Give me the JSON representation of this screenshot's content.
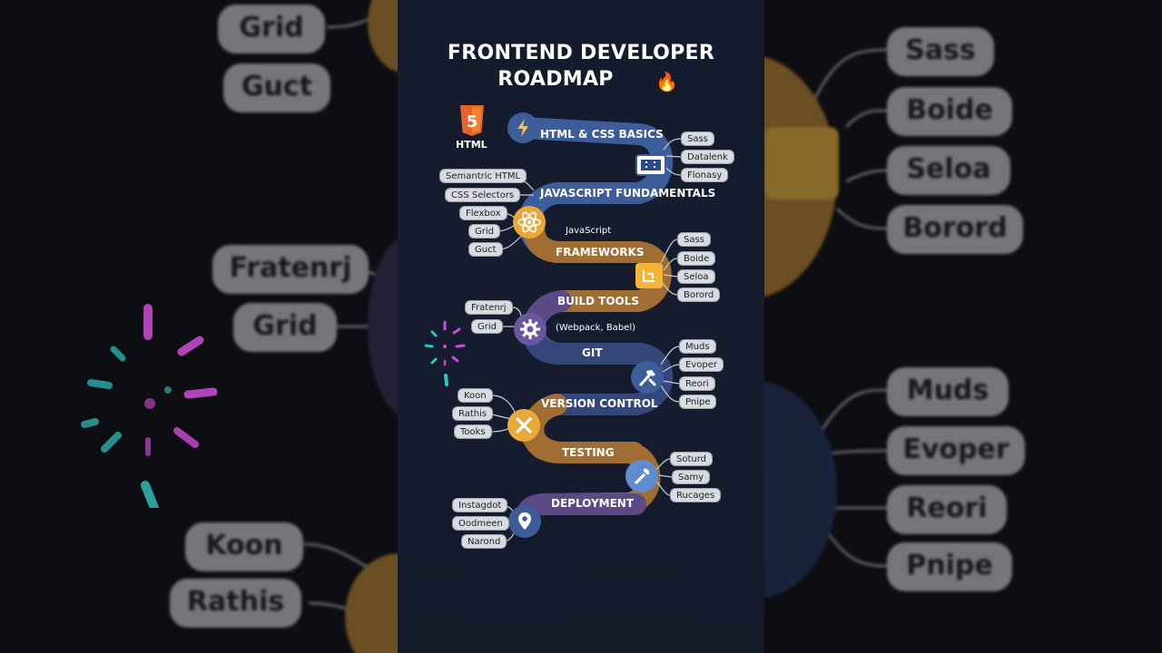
{
  "title": {
    "line1": "FRONTEND DEVELOPER",
    "line2": "ROADMAP",
    "emoji": "🔥"
  },
  "html_badge": {
    "number": "5",
    "label": "HTML"
  },
  "stages": [
    {
      "label": "HTML & CSS BASICS",
      "color": "#3d5c9a",
      "icon": "lightning-icon"
    },
    {
      "label": "JAVASCRIPT FUNDAMENTALS",
      "color": "#3d5c9a",
      "icon": "window-icon"
    },
    {
      "label": "FRAMEWORKS",
      "color": "#a06e33",
      "icon": "react-atom-icon"
    },
    {
      "label": "BUILD TOOLS",
      "color": "#5b4a86",
      "icon": "bundle-box-icon"
    },
    {
      "label": "GIT",
      "color": "#34477a",
      "icon": "gear-icon"
    },
    {
      "label": "VERSION CONTROL",
      "color": "#a06e33",
      "icon": "hammer-icon"
    },
    {
      "label": "TESTING",
      "color": "#a06e33",
      "icon": "cross-tools-icon"
    },
    {
      "label": "DEPLOYMENT",
      "color": "#5b4a86",
      "icon": "wrench-icon"
    }
  ],
  "notes": {
    "javascript": "JavaScript",
    "build_tools": "(Webpack, Babel)"
  },
  "tags": {
    "html_css": [
      "Sass",
      "Datalenk",
      "Flonasy"
    ],
    "javascript": [
      "Semantric HTML",
      "CSS Selectors"
    ],
    "frameworks_left": [
      "Flexbox",
      "Grid",
      "Guct"
    ],
    "frameworks_right": [
      "Sass",
      "Boide",
      "Seloa",
      "Borord"
    ],
    "build_tools": [
      "Fratenrj",
      "Grid"
    ],
    "git": [
      "Muds",
      "Evoper",
      "Reori",
      "Pnipe"
    ],
    "version_control": [
      "Koon",
      "Rathis",
      "Tooks"
    ],
    "testing": [
      "Soturd",
      "Samy",
      "Rucages"
    ],
    "deployment": [
      "Instagdot",
      "Oodmeen",
      "Narond"
    ]
  },
  "background": {
    "left": [
      "Grid",
      "Guct",
      "Fratenrj",
      "Grid",
      "Koon",
      "Rathis"
    ],
    "right": [
      "Sass",
      "Boide",
      "Seloa",
      "Borord",
      "Muds",
      "Evoper",
      "Reori",
      "Pnipe"
    ]
  },
  "colors": {
    "blue": "#3d5c9a",
    "orange": "#a06e33",
    "purple": "#5b4a86",
    "gold": "#e9a93a",
    "tag": "#d9dbe0"
  }
}
